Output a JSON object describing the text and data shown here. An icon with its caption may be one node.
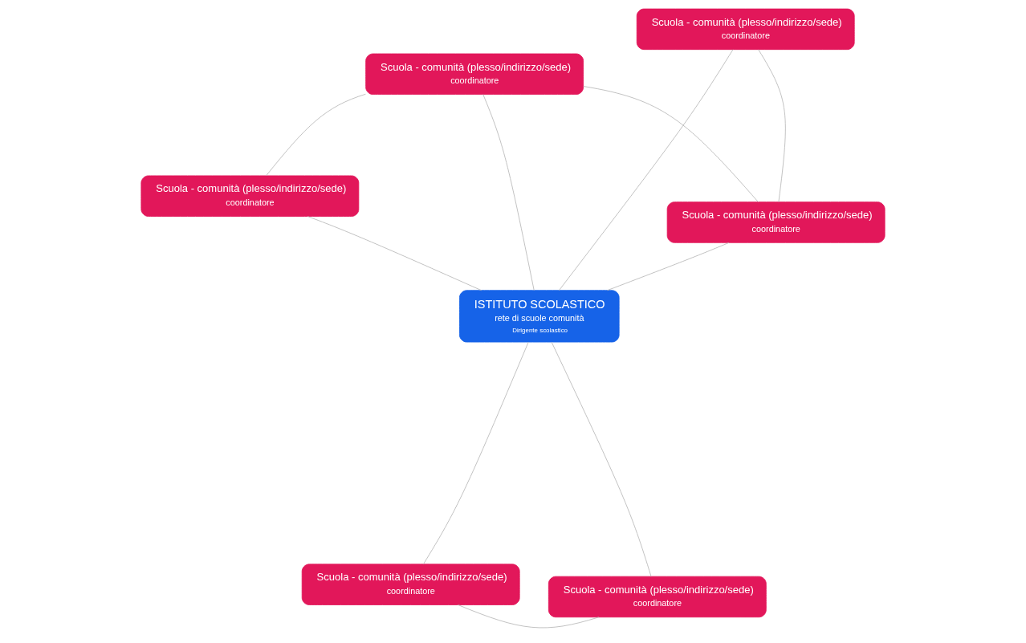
{
  "diagram": {
    "nodes": [
      {
        "text": [
          "Scuola - comunità (plesso/indirizzo/sede)",
          "coordinatore"
        ]
      },
      {
        "text": [
          "ISTITUTO SCOLASTICO",
          "rete di scuole comunità",
          "Dirigente scolastico"
        ]
      },
      {
        "text": [
          "Scuola - comunità (plesso/indirizzo/sede)",
          "coordinatore"
        ]
      },
      {
        "text": [
          "Scuola - comunità (plesso/indirizzo/sede)",
          "coordinatore"
        ]
      },
      {
        "text": [
          "Scuola - comunità (plesso/indirizzo/sede)",
          "coordinatore"
        ]
      },
      {
        "text": [
          "Scuola - comunità (plesso/indirizzo/sede)",
          "coordinatore"
        ]
      },
      {
        "text": [
          "Scuola - comunità (plesso/indirizzo/sede)",
          "coordinatore"
        ]
      }
    ],
    "edges": [
      {
        "from": 1,
        "to": 0,
        "arrow": "none"
      },
      {
        "from": 1,
        "to": 2,
        "arrow": "none"
      },
      {
        "from": 1,
        "to": 3,
        "arrow": "none"
      },
      {
        "from": 1,
        "to": 4,
        "arrow": "none"
      },
      {
        "from": 1,
        "to": 5,
        "arrow": "none"
      },
      {
        "from": 1,
        "to": 6,
        "arrow": "none"
      },
      {
        "from": 0,
        "to": 2,
        "arrow": "none"
      },
      {
        "from": 4,
        "to": 3,
        "arrow": "none"
      },
      {
        "from": 4,
        "to": 6,
        "arrow": "none"
      },
      {
        "from": 6,
        "to": 5,
        "arrow": "none"
      }
    ]
  }
}
